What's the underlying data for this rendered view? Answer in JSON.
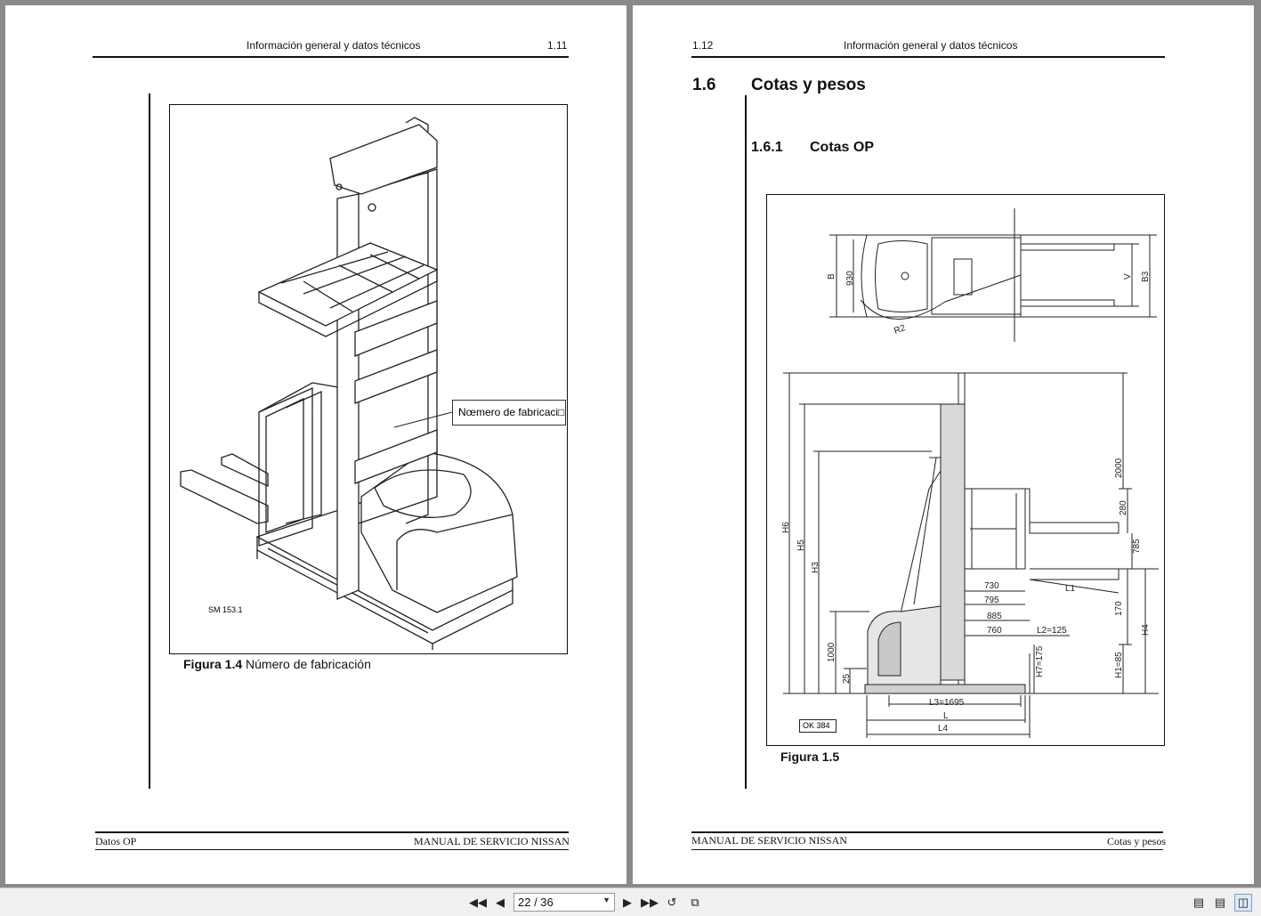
{
  "left_page": {
    "header_title": "Información general y datos técnicos",
    "header_page": "1.11",
    "figure": {
      "callout": "Nœmero de fabricaci□n",
      "ref": "SM 153.1",
      "caption_num": "Figura 1.4",
      "caption_text": "Número de fabricación"
    },
    "footer_left": "Datos OP",
    "footer_right": "MANUAL DE SERVICIO NISSAN"
  },
  "right_page": {
    "header_page": "1.12",
    "header_title": "Información general y datos técnicos",
    "section_num": "1.6",
    "section_title": "Cotas y pesos",
    "subsection_num": "1.6.1",
    "subsection_title": "Cotas OP",
    "figure": {
      "labels": {
        "B": "B",
        "d930": "930",
        "V": "V",
        "B3": "B3",
        "R2": "R2",
        "H6": "H6",
        "H5": "H5",
        "H3": "H3",
        "d2000": "2000",
        "d280": "280",
        "d785": "785",
        "d730": "730",
        "d795": "795",
        "d885": "885",
        "d760": "760",
        "L1": "L1",
        "L2": "L2=125",
        "d170": "170",
        "H4": "H4",
        "d1000": "1000",
        "d25": "25",
        "H7": "H7=175",
        "H1": "H1=85",
        "L3": "L3=1695",
        "L": "L",
        "L4": "L4",
        "ref": "OK 384"
      },
      "caption": "Figura 1.5"
    },
    "footer_left": "MANUAL DE SERVICIO NISSAN",
    "footer_right": "Cotas y pesos"
  },
  "toolbar": {
    "page_indicator": "22 / 36",
    "icons": [
      "first-page-icon",
      "prev-page-icon",
      "next-page-icon",
      "last-page-icon",
      "rotate-icon",
      "fit-icon",
      "single-page-icon",
      "continuous-icon",
      "two-page-icon"
    ]
  }
}
